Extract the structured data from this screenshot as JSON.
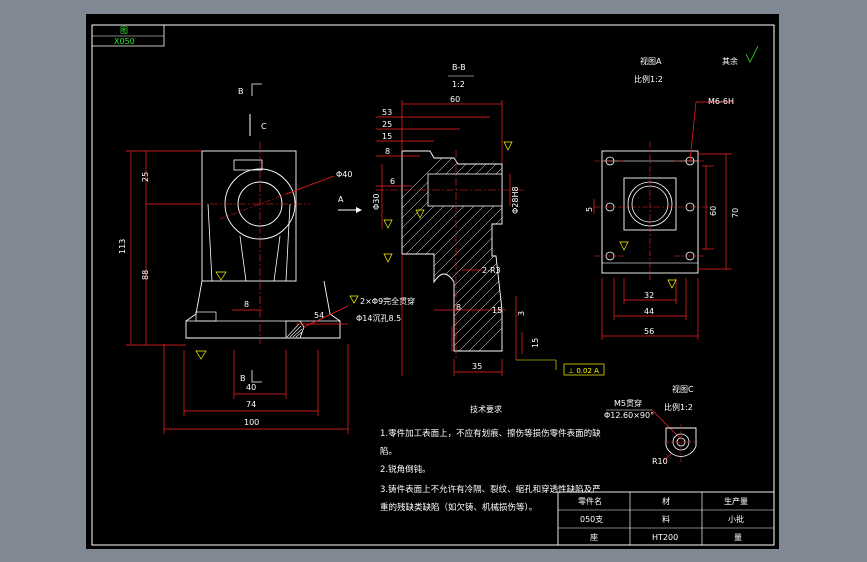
{
  "title_tab": {
    "line1": "图",
    "line2": "X050"
  },
  "section_bb": {
    "label": "B-B",
    "scale": "1:2"
  },
  "view_a": {
    "label": "视图A",
    "scale": "比例1:2"
  },
  "view_c": {
    "label": "视图C",
    "scale": "比例1:2"
  },
  "roughness_rest": "其余",
  "markers": {
    "b_top": "B",
    "b_bottom": "B",
    "c": "C",
    "a": "A"
  },
  "front_view": {
    "d40": "Φ40",
    "h25": "25",
    "h113": "113",
    "h88": "88",
    "w8": "8",
    "w54": "54",
    "w40": "40",
    "w74": "74",
    "w100": "100",
    "hole_note1": "2×Φ9完全贯穿",
    "hole_note2": "Φ14沉孔8.5"
  },
  "section_view": {
    "w60": "60",
    "w53": "53",
    "w25": "25",
    "w15": "15",
    "w8": "8",
    "w6": "6",
    "d30": "Φ30",
    "d28": "Φ28H8",
    "r3": "2-R3",
    "b15": "15",
    "b3": "3",
    "b8": "8",
    "v15": "15",
    "w35": "35",
    "tol": "⊥ 0.02 A"
  },
  "side_view": {
    "thread": "M6-6H",
    "h5": "5",
    "h60": "60",
    "h70": "70",
    "w32": "32",
    "w44": "44",
    "w56": "56"
  },
  "detail_c": {
    "thread": "M5贯穿",
    "cs": "Φ12.60×90°",
    "r10": "R10"
  },
  "tech": {
    "heading": "技术要求",
    "line1": "1.零件加工表面上，不应有划痕、擦伤等损伤零件表面的缺",
    "line1b": "陷。",
    "line2": "2.锐角倒钝。",
    "line3": "3.铸件表面上不允许有冷隔、裂纹、缩孔和穿透性缺陷及严",
    "line3b": "重的残缺类缺陷（如欠铸、机械损伤等）。"
  },
  "title_block": {
    "r1c1": "零件名",
    "r1c2": "材",
    "r1c3": "生产量",
    "r2c1": "050支",
    "r2c2": "料",
    "r2c3": "小批",
    "r3c1": "座",
    "r3c2": "HT200",
    "r3c3": "量"
  }
}
